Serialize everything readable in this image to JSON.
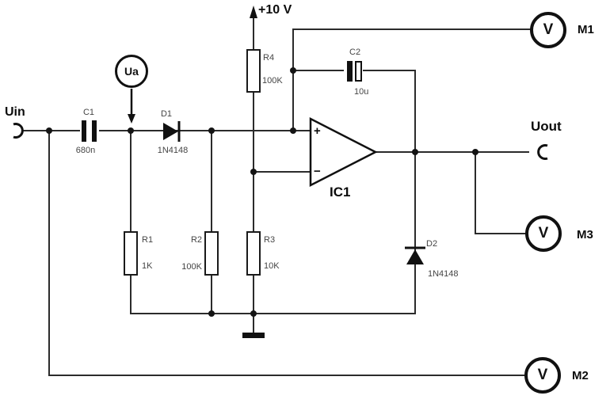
{
  "terminals": {
    "input": "Uin",
    "output": "Uout",
    "supply": "+10 V",
    "probe": "Ua"
  },
  "components": {
    "c1": {
      "ref": "C1",
      "value": "680n"
    },
    "d1": {
      "ref": "D1",
      "value": "1N4148"
    },
    "c2": {
      "ref": "C2",
      "value": "10u"
    },
    "d2": {
      "ref": "D2",
      "value": "1N4148"
    },
    "r1": {
      "ref": "R1",
      "value": "1K"
    },
    "r2": {
      "ref": "R2",
      "value": "100K"
    },
    "r3": {
      "ref": "R3",
      "value": "10K"
    },
    "r4": {
      "ref": "R4",
      "value": "100K"
    },
    "ic1": {
      "ref": "IC1",
      "plus_input": "+",
      "minus_input": "−"
    }
  },
  "meters": {
    "m1": {
      "name": "M1",
      "symbol": "V"
    },
    "m2": {
      "name": "M2",
      "symbol": "V"
    },
    "m3": {
      "name": "M3",
      "symbol": "V"
    }
  },
  "colors": {
    "wire": "#2b2b2b",
    "component_text": "#454545",
    "label_text": "#0c0c0c",
    "background": "#ffffff"
  }
}
